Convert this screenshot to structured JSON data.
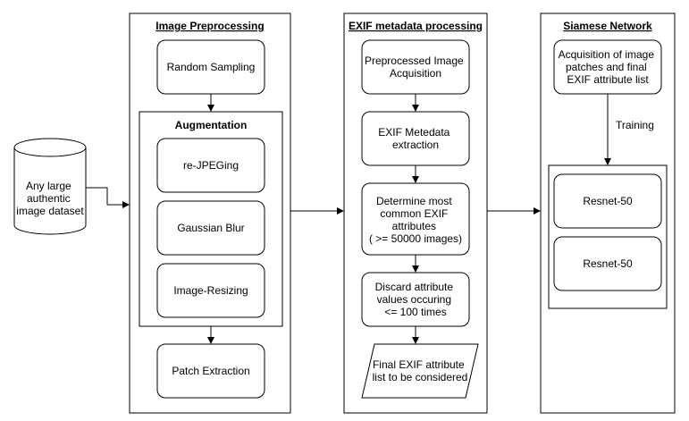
{
  "diagram": {
    "database": {
      "lines": [
        "Any large",
        "authentic",
        "image dataset"
      ]
    },
    "preprocessing": {
      "title": "Image Preprocessing",
      "random_sampling": "Random Sampling",
      "augmentation": {
        "title": "Augmentation",
        "items": [
          "re-JPEGing",
          "Gaussian Blur",
          "Image-Resizing"
        ]
      },
      "patch_extraction": "Patch Extraction"
    },
    "exif": {
      "title": "EXIF metadata processing",
      "steps": [
        {
          "lines": [
            "Preprocessed Image",
            "Acquisition"
          ]
        },
        {
          "lines": [
            "EXIF Metedata",
            "extraction"
          ]
        },
        {
          "lines": [
            "Determine most",
            "common EXIF",
            "attributes",
            "( >= 50000 images)"
          ]
        },
        {
          "lines": [
            "Discard attribute",
            "values occuring",
            "<= 100 times"
          ]
        }
      ],
      "output": {
        "lines": [
          "Final EXIF attribute",
          "list to be considered"
        ]
      }
    },
    "siamese": {
      "title": "Siamese Network",
      "acquisition": {
        "lines": [
          "Acquisition of image",
          "patches and final",
          "EXIF attribute list"
        ]
      },
      "training_label": "Training",
      "branches": [
        "Resnet-50",
        "Resnet-50"
      ]
    }
  }
}
